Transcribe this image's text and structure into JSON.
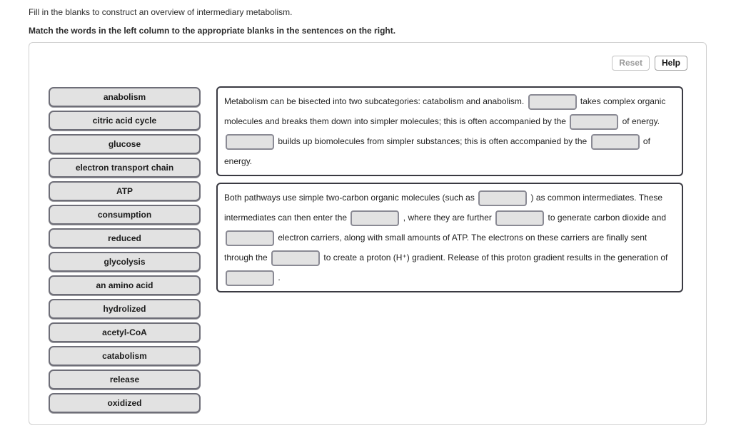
{
  "header": {
    "instruction": "Fill in the blanks to construct an overview of intermediary metabolism.",
    "subtitle": "Match the words in the left column to the appropriate blanks in the sentences on the right."
  },
  "toolbar": {
    "reset_label": "Reset",
    "help_label": "Help"
  },
  "word_bank": [
    "anabolism",
    "citric acid cycle",
    "glucose",
    "electron transport chain",
    "ATP",
    "consumption",
    "reduced",
    "glycolysis",
    "an amino acid",
    "hydrolized",
    "acetyl-CoA",
    "catabolism",
    "release",
    "oxidized"
  ],
  "passage1": {
    "s1": "Metabolism can be bisected into two subcategories: catabolism and anabolism.",
    "s2": "takes complex organic molecules and breaks them down into simpler molecules; this is often accompanied by the",
    "s3": "of energy.",
    "s4": "builds up biomolecules from simpler substances; this is often accompanied by the",
    "s5": "of energy."
  },
  "passage2": {
    "s1": "Both pathways use simple two-carbon organic molecules (such as",
    "s2": ") as common intermediates. These intermediates can then enter the",
    "s3": ", where they are further",
    "s4": "to generate carbon dioxide and",
    "s5": "electron carriers, along with small amounts of ATP. The electrons on these carriers are finally sent through the",
    "s6": "to create a proton (H⁺) gradient. Release of this proton gradient results in the generation of",
    "s7": "."
  },
  "colors": {
    "word_button_bg": "#e2e2e2",
    "word_button_border": "#6e6e78",
    "blank_bg": "#e2e2e2",
    "blank_border": "#8a8a94",
    "passage_border": "#3a3a42",
    "container_border": "#cfcfcf"
  }
}
